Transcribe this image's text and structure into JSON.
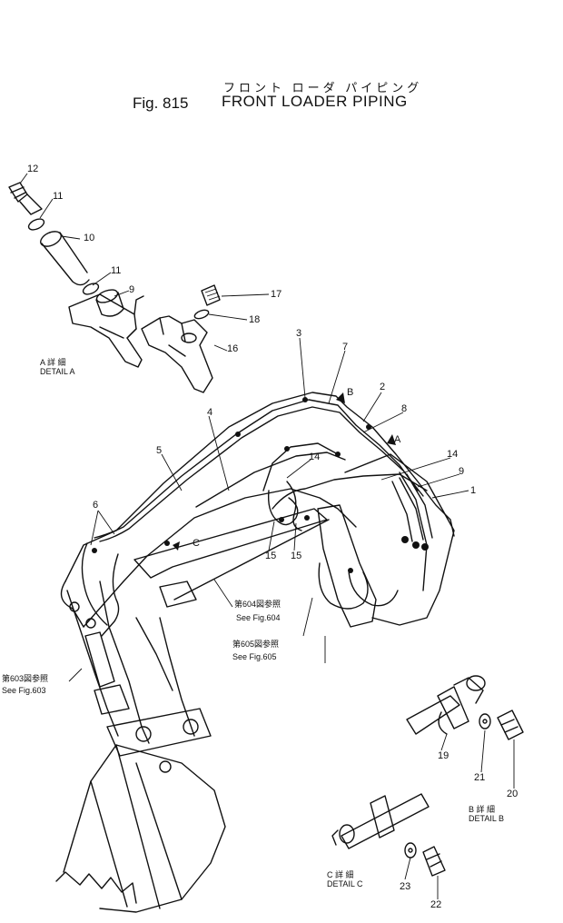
{
  "title": {
    "japanese": "フロント ローダ パイピング",
    "figure": "Fig. 815",
    "english": "FRONT LOADER PIPING"
  },
  "parts": [
    {
      "no": "1"
    },
    {
      "no": "2"
    },
    {
      "no": "3"
    },
    {
      "no": "4"
    },
    {
      "no": "5"
    },
    {
      "no": "6"
    },
    {
      "no": "7"
    },
    {
      "no": "8"
    },
    {
      "no": "9"
    },
    {
      "no": "10"
    },
    {
      "no": "11"
    },
    {
      "no": "12"
    },
    {
      "no": "14"
    },
    {
      "no": "15"
    },
    {
      "no": "16"
    },
    {
      "no": "17"
    },
    {
      "no": "18"
    },
    {
      "no": "19"
    },
    {
      "no": "20"
    },
    {
      "no": "21"
    },
    {
      "no": "22"
    },
    {
      "no": "23"
    }
  ],
  "labels": {
    "detail_a_ja": "A 詳 細",
    "detail_a": "DETAIL A",
    "detail_b_ja": "B 詳 細",
    "detail_b": "DETAIL B",
    "detail_c_ja": "C 詳 細",
    "detail_c": "DETAIL C",
    "view_a": "A",
    "view_b": "B",
    "view_c": "C",
    "ref_604_ja": "第604図参照",
    "ref_604": "See Fig.604",
    "ref_605_ja": "第605図参照",
    "ref_605": "See Fig.605",
    "ref_603_ja": "第603図参照",
    "ref_603": "See Fig.603"
  }
}
